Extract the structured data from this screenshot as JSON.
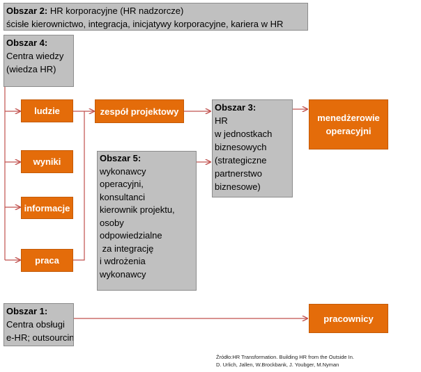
{
  "area2": {
    "title": "Obszar 2:",
    "title_rest": " HR korporacyjne (HR nadzorcze)",
    "line2": "ścisłe kierownictwo, integracja, inicjatywy korporacyjne, kariera w HR"
  },
  "area4": {
    "title": "Obszar 4:",
    "line1": "Centra wiedzy",
    "line2": "(wiedza HR)"
  },
  "inputs": {
    "ludzie": "ludzie",
    "wyniki": "wyniki",
    "informacje": "informacje",
    "praca": "praca"
  },
  "team": "zespół projektowy",
  "area3": {
    "title": "Obszar 3:",
    "lines": [
      "HR",
      "w jednostkach",
      "biznesowych",
      "(strategiczne",
      "partnerstwo",
      "biznesowe)"
    ]
  },
  "managers": {
    "line1": "menedżerowie",
    "line2": "operacyjni"
  },
  "area5": {
    "title": "Obszar 5:",
    "lines": [
      "wykonawcy",
      "operacyjni,",
      "konsultanci",
      "kierownik projektu,",
      "osoby",
      "odpowiedzialne",
      " za integrację",
      "i wdrożenia",
      "wykonawcy"
    ]
  },
  "area1": {
    "title": "Obszar 1:",
    "line1": "Centra obsługi",
    "line2": "e-HR; outsourcing"
  },
  "employees": "pracownicy",
  "source": {
    "line1": "Źródło:HR Transformation. Building HR from the Outside In.",
    "line2": "D. Urlich, Jallen, W.Brockbank, J. Youbger, M.Nyman"
  },
  "colors": {
    "gray_box": "#c0c0c0",
    "orange_box": "#e46c0a",
    "connector": "#c0504d"
  }
}
